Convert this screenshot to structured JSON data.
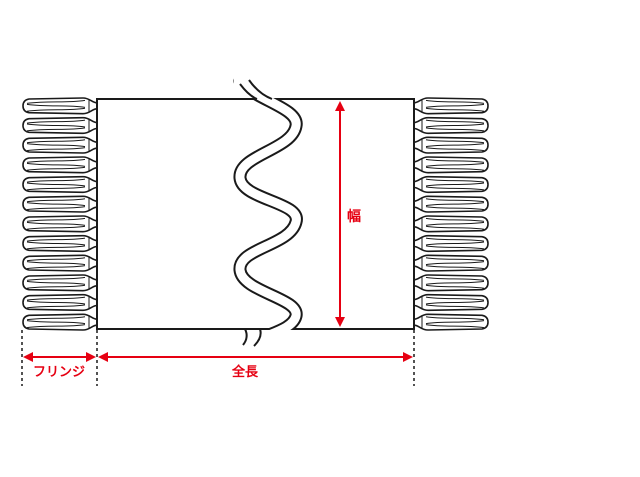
{
  "labels": {
    "width": "幅",
    "total_length": "全長",
    "fringe": "フリンジ"
  },
  "colors": {
    "line": "#1a1a1a",
    "dimension": "#e60012",
    "background": "#ffffff"
  },
  "fringe": {
    "tassels_per_side": 12
  }
}
